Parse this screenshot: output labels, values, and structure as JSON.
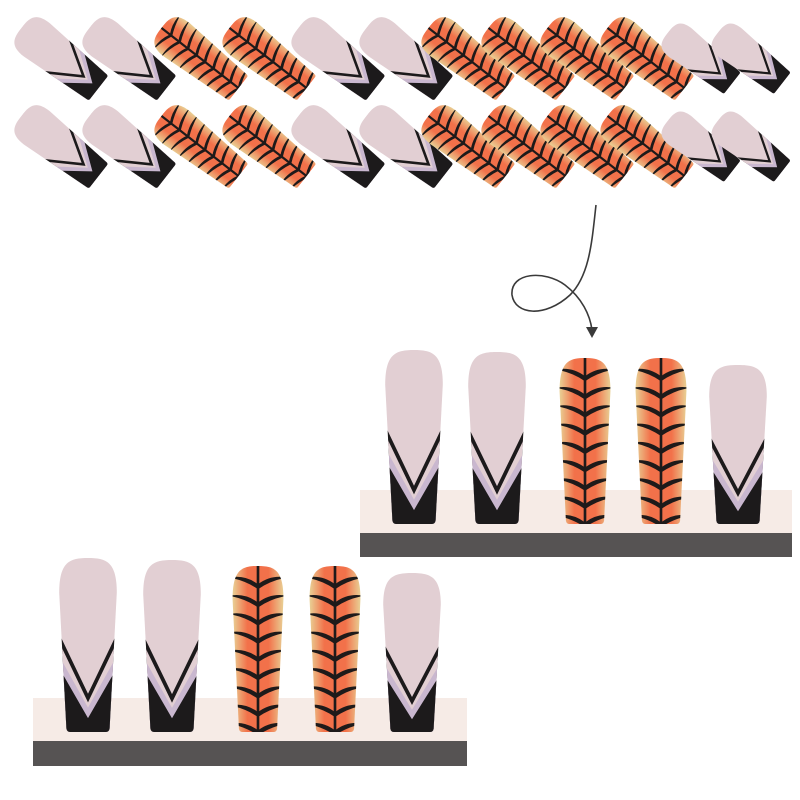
{
  "colors": {
    "background": "#ffffff",
    "nail_pink": "#e2cfd3",
    "nail_tip_black": "#1c1a1b",
    "french_stripe": "#c9b7cf",
    "tiger_orange": "#f2714a",
    "tiger_cream": "#e8d79a",
    "tiger_stripe": "#1e1a1a",
    "stand_top": "#f6ebe6",
    "stand_base": "#565353",
    "arrow": "#3a3a3a"
  },
  "nail_set_pattern": [
    "french",
    "french",
    "tiger",
    "tiger",
    "french",
    "french",
    "tiger",
    "tiger",
    "tiger",
    "tiger",
    "french",
    "french"
  ],
  "display_pattern": [
    "french",
    "french",
    "tiger",
    "tiger",
    "french"
  ]
}
